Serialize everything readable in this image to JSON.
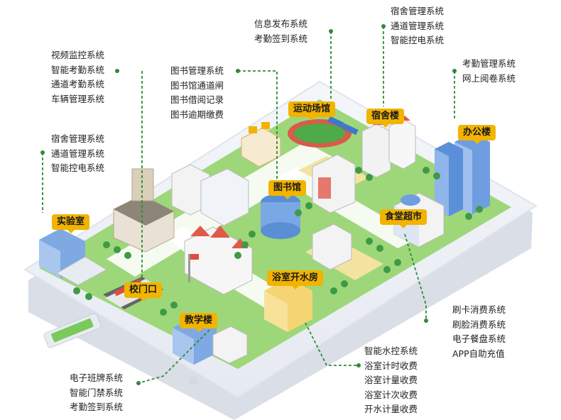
{
  "buildings": {
    "sports": {
      "label": "运动场馆",
      "systems": [
        "信息发布系统",
        "考勤签到系统"
      ]
    },
    "dorm": {
      "label": "宿舍楼",
      "systems": [
        "宿舍管理系统",
        "通道管理系统",
        "智能控电系统"
      ]
    },
    "office": {
      "label": "办公楼",
      "systems": [
        "考勤管理系统",
        "网上阅卷系统"
      ]
    },
    "gate": {
      "label": "校门口",
      "systems": [
        "视频监控系统",
        "智能考勤系统",
        "通道考勤系统",
        "车辆管理系统"
      ]
    },
    "library": {
      "label": "图书馆",
      "systems": [
        "图书管理系统",
        "图书馆通道闸",
        "图书借阅记录",
        "图书逾期缴费"
      ]
    },
    "lab": {
      "label": "实验室",
      "systems": [
        "宿舍管理系统",
        "通道管理系统",
        "智能控电系统"
      ]
    },
    "canteen": {
      "label": "食堂超市",
      "systems": [
        "刷卡消费系统",
        "刷脸消费系统",
        "电子餐盘系统",
        "APP自助充值"
      ]
    },
    "bath": {
      "label": "浴室开水房",
      "systems": [
        "智能水控系统",
        "浴室计时收费",
        "浴室计量收费",
        "浴室计次收费",
        "开水计量收费"
      ]
    },
    "teaching": {
      "label": "教学楼",
      "systems": [
        "电子班牌系统",
        "智能门禁系统",
        "考勤签到系统"
      ]
    }
  },
  "colors": {
    "accent": "#f2b400",
    "connector": "#2e8b3a",
    "grass": "#8fcf6a",
    "road": "#ffffff",
    "platform": "#eef1f6"
  }
}
